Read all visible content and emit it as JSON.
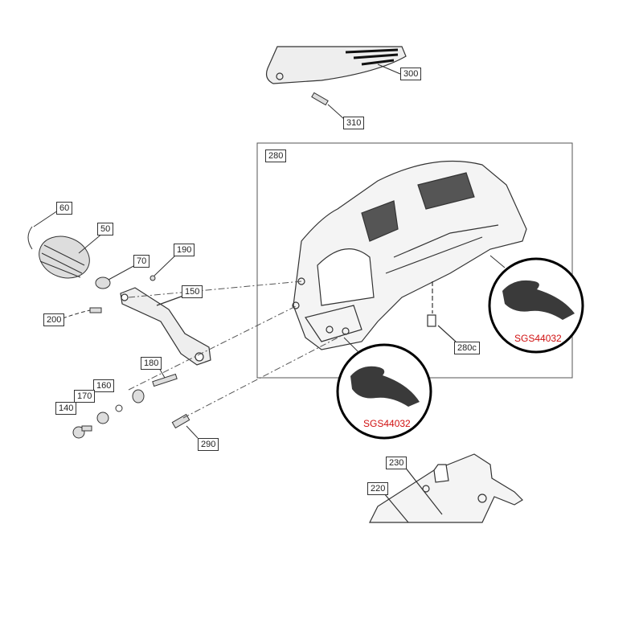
{
  "callouts": {
    "c300": "300",
    "c310": "310",
    "c280": "280",
    "c60": "60",
    "c50": "50",
    "c70": "70",
    "c190": "190",
    "c150": "150",
    "c200": "200",
    "c180": "180",
    "c160": "160",
    "c170": "170",
    "c140": "140",
    "c290": "290",
    "c280c": "280c",
    "c230": "230",
    "c220": "220"
  },
  "highlights": [
    {
      "part_number": "SGS44032"
    },
    {
      "part_number": "SGS44032"
    }
  ],
  "colors": {
    "part_number": "#d01010",
    "line": "#333333",
    "part_fill": "#3a3a3a"
  }
}
